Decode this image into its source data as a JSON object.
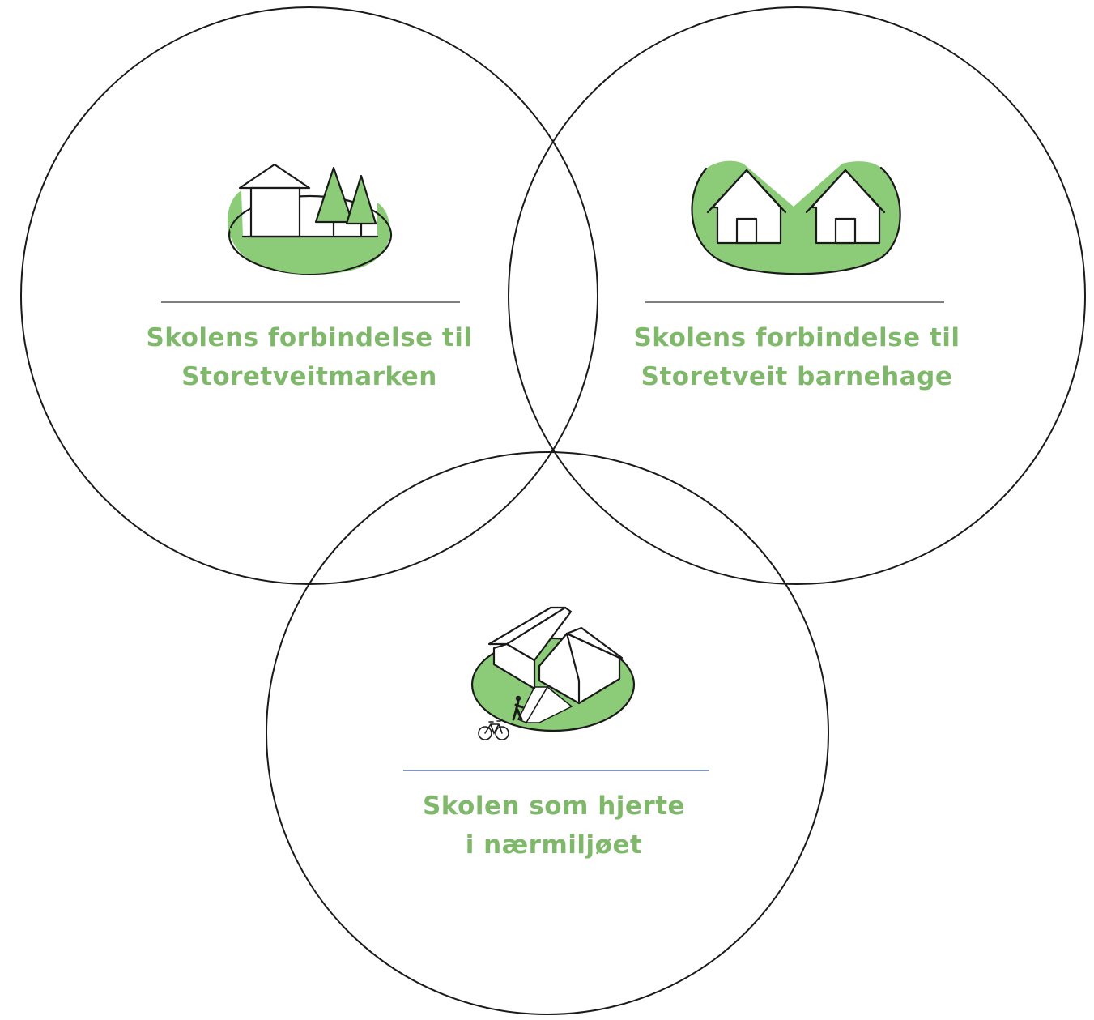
{
  "colors": {
    "accent_green": "#7fb86a",
    "illustration_green": "#8ccb78",
    "line": "#1a1a1a"
  },
  "circles": [
    {
      "id": "left",
      "title_line1": "Skolens forbindelse til",
      "title_line2": "Storetveitmarken",
      "icon": "cabin-and-trees-icon"
    },
    {
      "id": "right",
      "title_line1": "Skolens forbindelse til",
      "title_line2": "Storetveit barnehage",
      "icon": "two-houses-icon"
    },
    {
      "id": "bottom",
      "title_line1": "Skolen som hjerte",
      "title_line2": "i nærmiljøet",
      "icon": "school-building-icon"
    }
  ]
}
